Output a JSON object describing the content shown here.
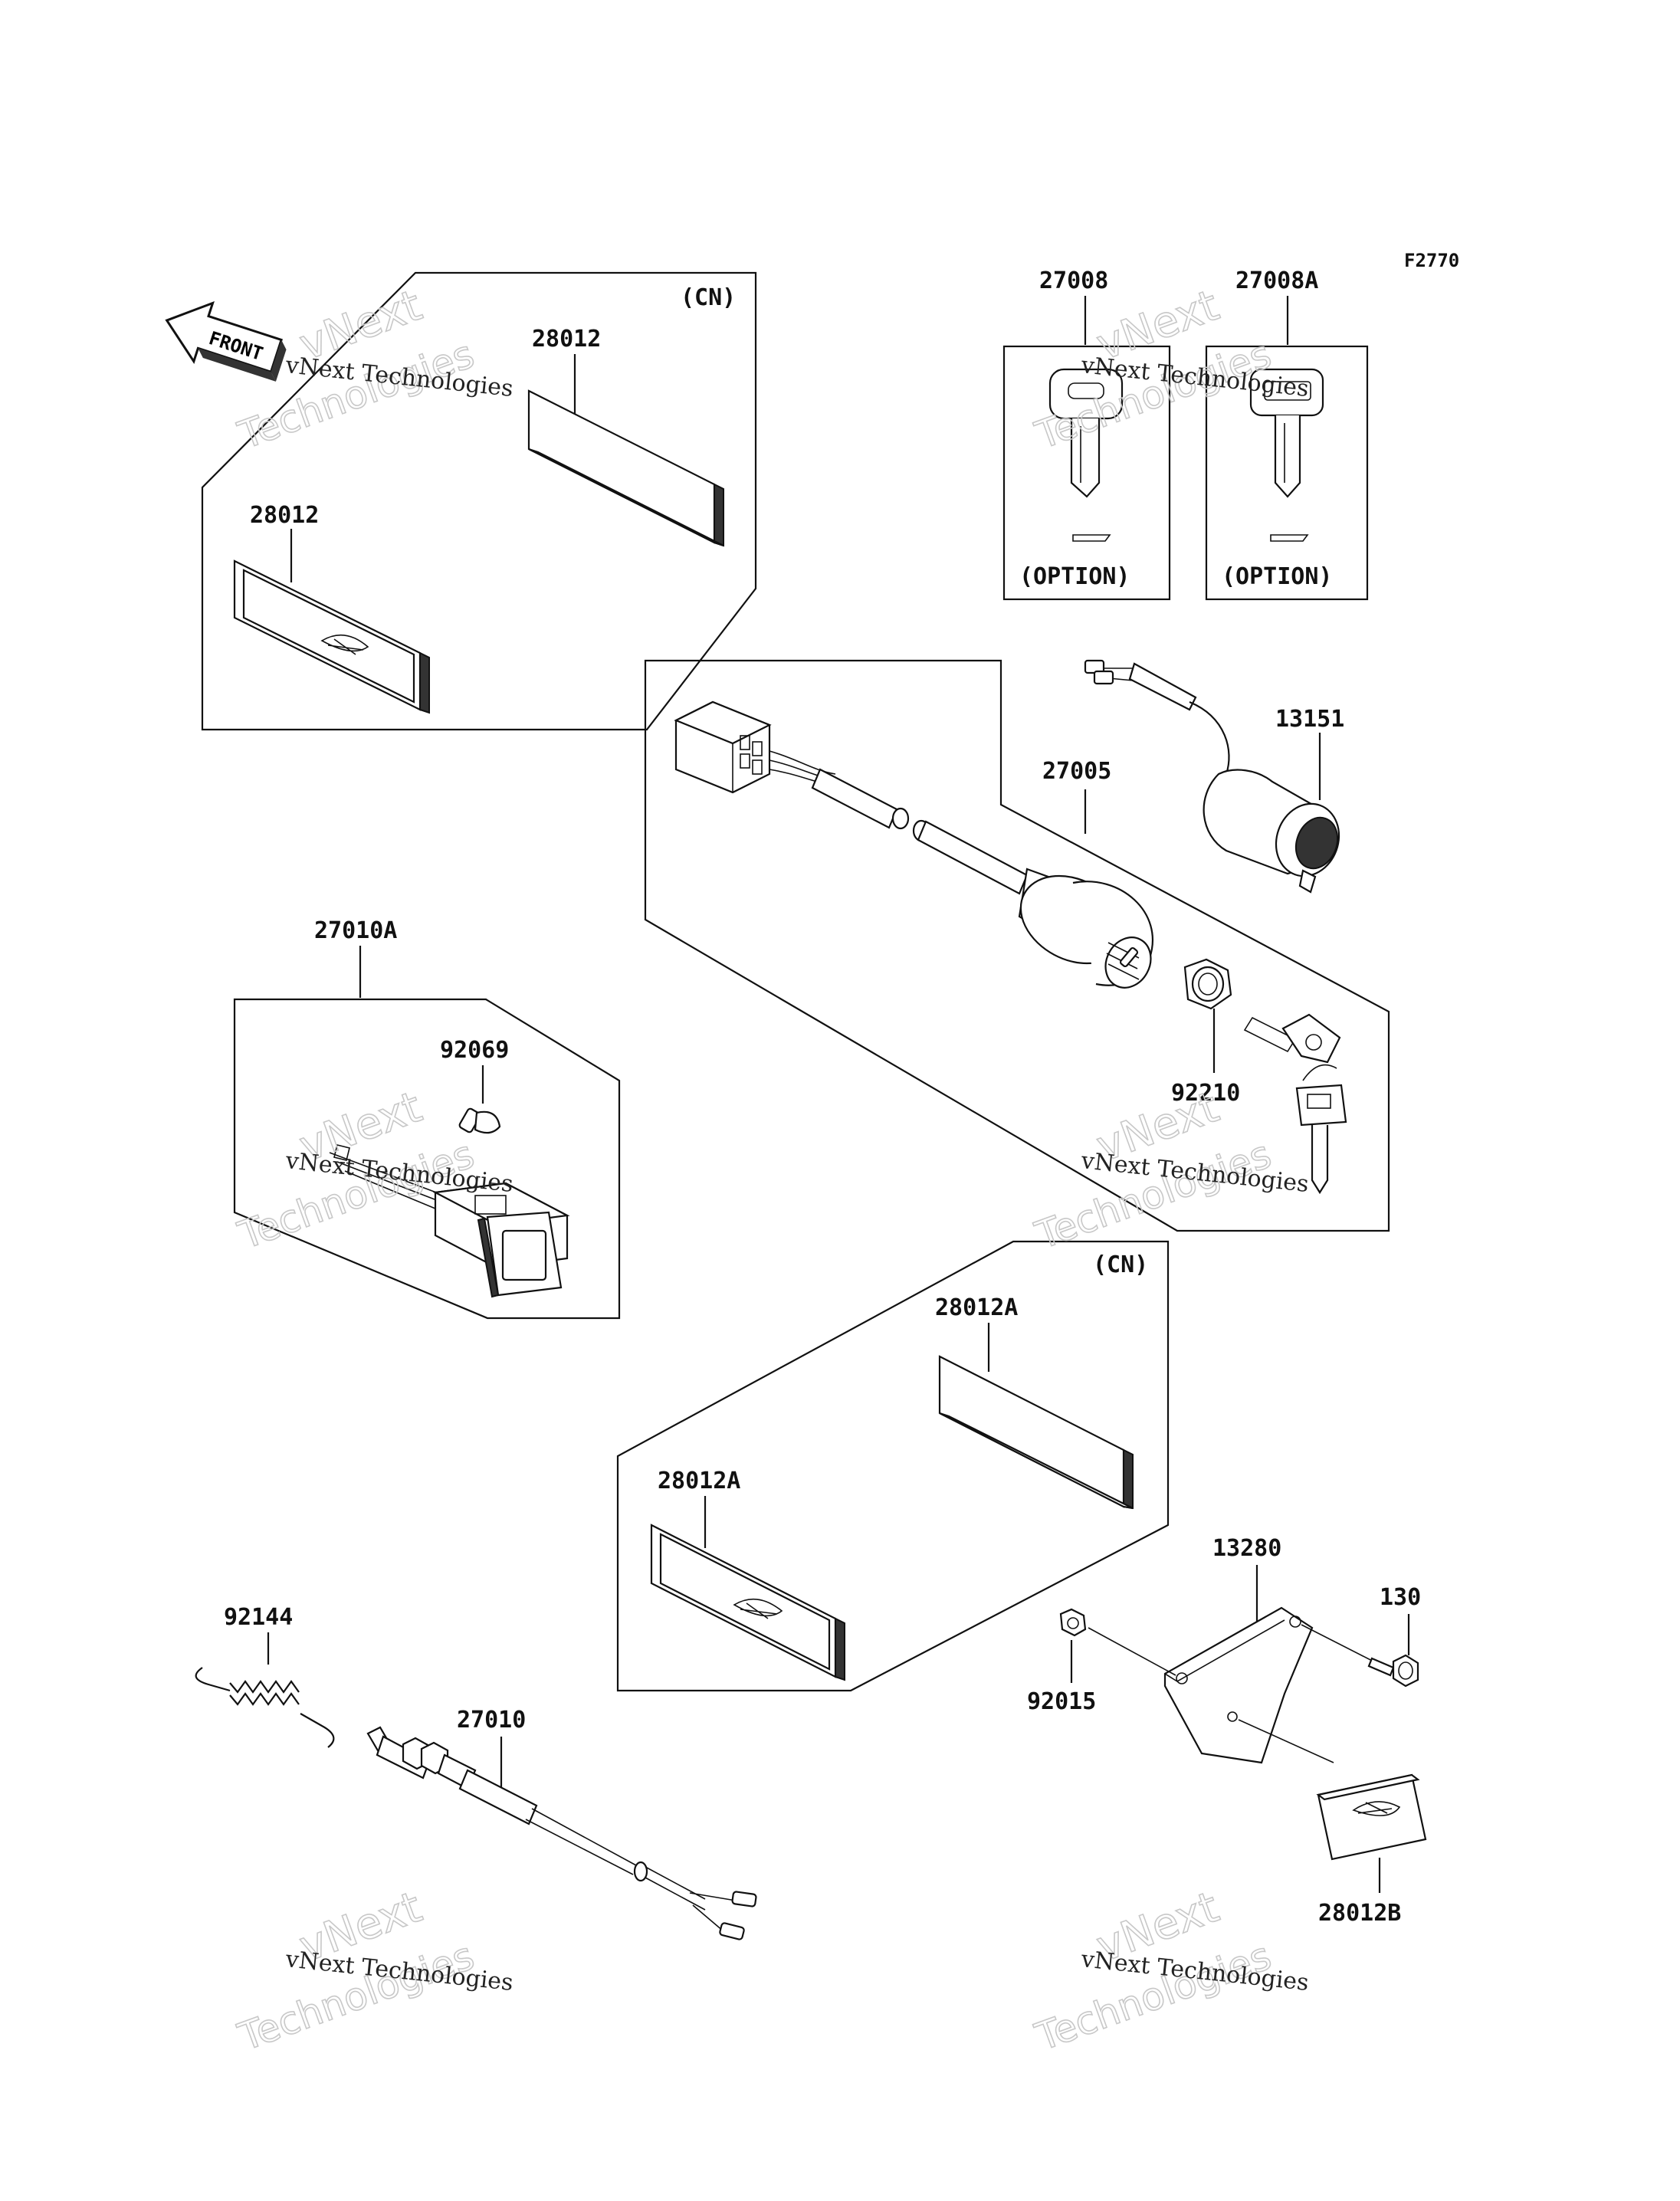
{
  "diagram": {
    "figure_code": "F2770",
    "front_marker": "FRONT",
    "region_tags": {
      "cn_top": "(CN)",
      "cn_mid": "(CN)",
      "option_left": "(OPTION)",
      "option_right": "(OPTION)"
    },
    "part_labels": {
      "p27008": "27008",
      "p27008A": "27008A",
      "p28012_top": "28012",
      "p28012_bottom": "28012",
      "p13151": "13151",
      "p27005": "27005",
      "p27010A": "27010A",
      "p92069": "92069",
      "p92210": "92210",
      "p28012A_top": "28012A",
      "p28012A_bottom": "28012A",
      "p13280": "13280",
      "p130": "130",
      "p92144": "92144",
      "p92015": "92015",
      "p27010": "27010",
      "p28012B": "28012B"
    },
    "watermark": {
      "company": "vNext Technologies",
      "big1": "vNext",
      "big2": "Technologies"
    }
  }
}
